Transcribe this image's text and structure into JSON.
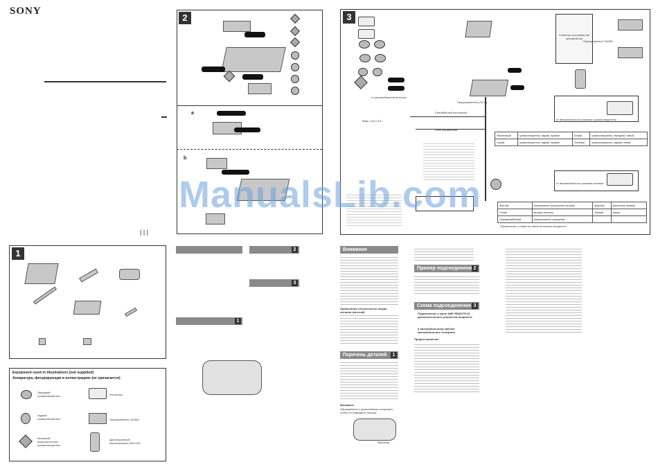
{
  "brand": "SONY",
  "watermark": "ManualsLib.com",
  "section1": {
    "number": "1",
    "legend_title_en": "Equipment used in illustrations (not supplied)",
    "legend_title_ru": "Аппаратура, фигурирующая в иллюстрациях (не прилагается)",
    "legend_items": [
      "Передний громкоговоритель",
      "Усилитель",
      "Задний громкоговоритель",
      "Проигрыватель CD/MD",
      "Активный низкочастотный громкоговоритель",
      "Дистанционный переключатель RM-X4S"
    ]
  },
  "section2": {
    "number": "2",
    "sub_labels": [
      "a",
      "b"
    ]
  },
  "section3": {
    "number": "3",
    "amp_box": "Селектор источника (не прилагается)",
    "cdmd_label": "Проигрыватель CD/MD",
    "car_antenna": "от автомобильной антенны",
    "fuse": "Предохранитель (10 A)",
    "power_antenna": "Синий/белый полосатый",
    "control": "Реле управления",
    "max_current": "Макс. ток 0,3 A",
    "wire_table": [
      [
        "Фиолетовый",
        "громкоговоритель, задний, правый",
        "Белый",
        "громкоговоритель, передний, левый"
      ],
      [
        "Серый",
        "громкоговоритель, задний, правый",
        "Зеленый",
        "громкоговоритель, задний, левый"
      ]
    ],
    "power_table": [
      [
        "Желтый",
        "непрерывное поступление питания",
        "Красный",
        "включение питания"
      ],
      [
        "Синий",
        "автомат антенны",
        "Черный",
        "земля"
      ],
      [
        "Оранжевый/белый",
        "переключатель освещения"
      ]
    ],
    "note": "Примечание к схеме пи-тания источника мощности",
    "to_car_connector_1": "от автомобильного разъема громкоговорителя",
    "to_car_connector_2": "от автомобильного разъема питания"
  },
  "text_columns": {
    "caution_header": "Внимание",
    "parts_header": "Перечень деталей",
    "parts_badge": "1",
    "example_header": "Пример подсоединения",
    "example_badge": "2",
    "diagram_header": "Схема подсоединения",
    "diagram_badge": "3",
    "precaution_title": "Предостережение",
    "notes_title": "Примечания относительно шнура питания (желтый)",
    "remote_title": "Подключение к шине AMP REMOTE IN дополнительного усилителя мощности",
    "phone_title": "К автомобильному кабелю автомобильного телефона",
    "caution_small": "Внимание",
    "caution_small_text": "Обращайтесь с кронштейном осторожно, чтобы не повредить пальцы.",
    "frame_label": "Фиксатор",
    "mid_headers": [
      "2",
      "3",
      "1"
    ]
  }
}
